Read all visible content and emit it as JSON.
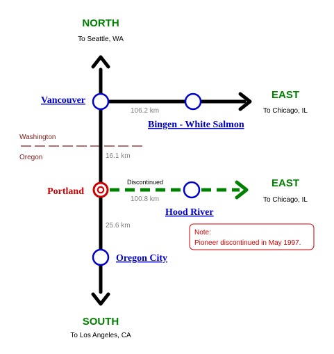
{
  "north": {
    "label": "NORTH",
    "sub": "To Seattle, WA"
  },
  "south": {
    "label": "SOUTH",
    "sub": "To Los Angeles, CA"
  },
  "east_upper": {
    "label": "EAST",
    "sub": "To Chicago, IL"
  },
  "east_lower": {
    "label": "EAST",
    "sub": "To Chicago, IL"
  },
  "stations": {
    "vancouver": "Vancouver",
    "bingen": "Bingen - White Salmon",
    "portland": "Portland",
    "hood_river": "Hood River",
    "oregon_city": "Oregon City"
  },
  "distances": {
    "vancouver_bingen": "106.2 km",
    "portland_vancouver": "16.1 km",
    "portland_hood_river": "100.8 km",
    "portland_oregon_city": "25.6 km"
  },
  "states": {
    "upper": "Washington",
    "lower": "Oregon"
  },
  "discontinued_label": "Discontinued",
  "note": {
    "title": "Note:",
    "text": "Pioneer discontinued in May 1997."
  },
  "colors": {
    "line": "#000000",
    "direction": "#008000",
    "station_ring": "#0000cc",
    "hub": "#cc0000",
    "border": "#8b1a1a",
    "discontinued": "#008000"
  }
}
